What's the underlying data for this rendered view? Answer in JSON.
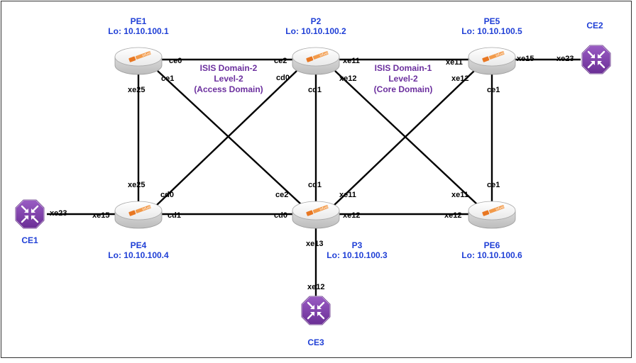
{
  "colors": {
    "label_blue": "#1f3fd6",
    "domain_purple": "#6b2f9e",
    "router_orange": "#e87722",
    "ce_purple": "#7b3fa5",
    "link": "#000000"
  },
  "routers": {
    "pe1": {
      "name": "PE1",
      "lo": "Lo: 10.10.100.1",
      "brand": "infusion",
      "icon": "router-disk-icon"
    },
    "p2": {
      "name": "P2",
      "lo": "Lo: 10.10.100.2",
      "brand": "infusion",
      "icon": "router-disk-icon"
    },
    "pe5": {
      "name": "PE5",
      "lo": "Lo: 10.10.100.5",
      "brand": "infusion",
      "icon": "router-disk-icon"
    },
    "pe4": {
      "name": "PE4",
      "lo": "Lo: 10.10.100.4",
      "brand": "infusion",
      "icon": "router-disk-icon"
    },
    "p3": {
      "name": "P3",
      "lo": "Lo: 10.10.100.3",
      "brand": "infusion",
      "icon": "router-disk-icon"
    },
    "pe6": {
      "name": "PE6",
      "lo": "Lo: 10.10.100.6",
      "brand": "infusion",
      "icon": "router-disk-icon"
    }
  },
  "ce": {
    "ce1": {
      "name": "CE1",
      "icon": "ce-router-icon"
    },
    "ce2": {
      "name": "CE2",
      "icon": "ce-router-icon"
    },
    "ce3": {
      "name": "CE3",
      "icon": "ce-router-icon"
    }
  },
  "domains": {
    "domain2": {
      "line1": "ISIS Domain-2",
      "line2": "Level-2",
      "line3": "(Access Domain)"
    },
    "domain1": {
      "line1": "ISIS Domain-1",
      "line2": "Level-2",
      "line3": "(Core Domain)"
    }
  },
  "interfaces": {
    "pe1_p2_a": "ce0",
    "pe1_p2_b": "ce2",
    "pe1_p3_a": "ce1",
    "pe1_p3_b": "ce2",
    "pe1_pe4_a": "xe25",
    "pe1_pe4_b": "xe25",
    "p2_pe4_a": "cd0",
    "p2_pe4_b": "cd0",
    "p2_p3_a": "cd1",
    "p2_p3_b": "cd1",
    "p2_pe5_a": "xe11",
    "p2_pe5_b": "xe11",
    "p2_pe6_a": "xe12",
    "p2_pe6_b": "xe11",
    "pe5_p3_a": "xe12",
    "pe5_p3_b": "xe11",
    "pe5_pe6_a": "ce1",
    "pe5_pe6_b": "ce1",
    "pe5_ce2_a": "xe15",
    "pe5_ce2_b": "xe23",
    "pe4_p3_a": "cd1",
    "pe4_p3_b": "cd0",
    "pe4_ce1_a": "xe15",
    "pe4_ce1_b": "xe23",
    "p3_pe6_a": "xe12",
    "p3_pe6_b": "xe12",
    "p3_ce3_a": "xe13",
    "p3_ce3_b": "xe12"
  }
}
